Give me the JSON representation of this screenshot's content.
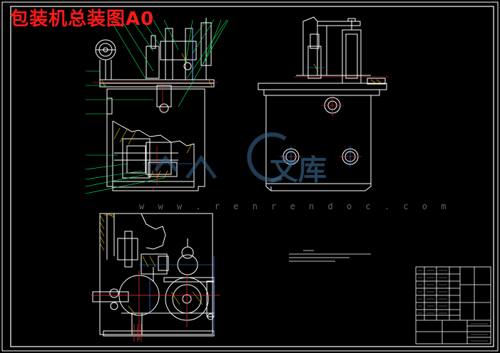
{
  "drawing": {
    "title": "包装机总装图A0"
  },
  "watermark": {
    "text": "w w w . r e n r e n d o c . c o m",
    "brand": "文库"
  },
  "colors": {
    "background": "#000000",
    "frame": "#ffffff",
    "title": "#ff1a1a",
    "parts": "#ffffff",
    "leaders": "#00ff66",
    "centerlines": "#ff3333",
    "dimensions": "#3b8bff",
    "hatching": "#ffd000"
  },
  "views": [
    "front-view",
    "side-view",
    "top-view"
  ],
  "icons": [
    "logo-circle-icon"
  ]
}
